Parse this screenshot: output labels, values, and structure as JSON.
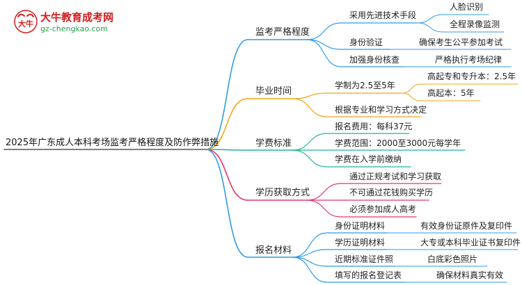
{
  "logo": {
    "title": "大牛教育成考网",
    "url": "gz-chengkao.com",
    "mark_text": "大牛",
    "mark_color": "#d31d1d",
    "url_color": "#2a9e4a"
  },
  "root": {
    "label": "2025年广东成人本科考场监考严格程度及防作弊措施"
  },
  "branches": [
    {
      "label": "监考严格程度",
      "color": "#2f9be8",
      "children": [
        {
          "label": "采用先进技术手段",
          "children": [
            {
              "label": "人脸识别"
            },
            {
              "label": "全程录像监测"
            }
          ]
        },
        {
          "label": "身份验证",
          "children": [
            {
              "label": "确保考生公平参加考试"
            }
          ]
        },
        {
          "label": "加强身份核查",
          "children": [
            {
              "label": "严格执行考场纪律"
            }
          ]
        }
      ]
    },
    {
      "label": "毕业时间",
      "color": "#f2a516",
      "children": [
        {
          "label": "学制为2.5至5年",
          "children": [
            {
              "label": "高起专和专升本：2.5年"
            },
            {
              "label": "高起本：5年"
            }
          ]
        },
        {
          "label": "根据专业和学习方式决定",
          "children": []
        }
      ]
    },
    {
      "label": "学费标准",
      "color": "#1fb59a",
      "children": [
        {
          "label": "报名费用：每科37元",
          "children": []
        },
        {
          "label": "学费范围：2000至3000元每学年",
          "children": []
        },
        {
          "label": "学费在入学前缴纳",
          "children": []
        }
      ]
    },
    {
      "label": "学历获取方式",
      "color": "#e5356b",
      "children": [
        {
          "label": "通过正规考试和学习获取",
          "children": []
        },
        {
          "label": "不可通过花钱购买学历",
          "children": []
        },
        {
          "label": "必须参加成人高考",
          "children": []
        }
      ]
    },
    {
      "label": "报名材料",
      "color": "#2f9be8",
      "children": [
        {
          "label": "身份证明材料",
          "children": [
            {
              "label": "有效身份证原件及复印件"
            }
          ]
        },
        {
          "label": "学历证明材料",
          "children": [
            {
              "label": "大专或本科毕业证书复印件"
            }
          ]
        },
        {
          "label": "近期标准证件照",
          "children": [
            {
              "label": "白底彩色照片"
            }
          ]
        },
        {
          "label": "填写的报名登记表",
          "children": [
            {
              "label": "确保材料真实有效"
            }
          ]
        }
      ]
    }
  ]
}
